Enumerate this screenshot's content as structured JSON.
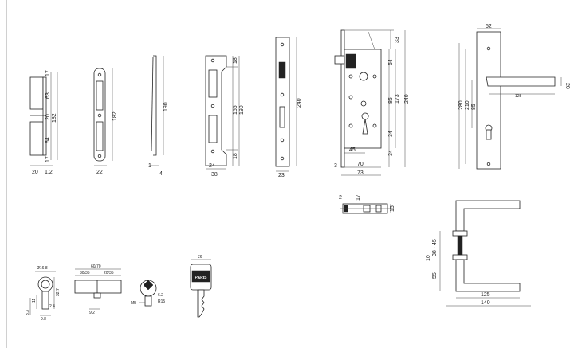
{
  "strike_plate_a": {
    "d17a": "17",
    "d63": "63",
    "d20": "20",
    "d182": "182",
    "d64": "64",
    "d17b": "17",
    "w20": "20",
    "w12": "1.2"
  },
  "faceplate_b": {
    "d182": "182",
    "w22": "22"
  },
  "faceplate_c": {
    "d190": "190",
    "t1": "1",
    "t4": "4"
  },
  "strike_d": {
    "d18a": "18",
    "d155": "155",
    "d190": "190",
    "d18b": "18",
    "w24": "24",
    "w38": "38"
  },
  "lock_front": {
    "d240": "240",
    "w23": "23"
  },
  "lock_body": {
    "d33": "33",
    "d54": "54",
    "d85": "85",
    "d173": "173",
    "d240": "240",
    "d34a": "34",
    "d34b": "34",
    "d45": "45",
    "d3": "3",
    "d70": "70",
    "d73": "73"
  },
  "handle_plate": {
    "w52": "52",
    "d20": "20",
    "d280": "280",
    "d210": "210",
    "d85": "85",
    "w125": "125"
  },
  "lock_side": {
    "d2": "2",
    "d17": "17",
    "d15": "15"
  },
  "handle_side": {
    "d3845": "38 - 45",
    "d10": "10",
    "d55": "55",
    "w125": "125",
    "w140": "140"
  },
  "cylinder": {
    "d16": "Ø16.8",
    "d327": "32.7",
    "d33": "3.3",
    "d11": "11",
    "d24": "2.4",
    "d98": "9.8",
    "len": "60/70",
    "l1": "30/35",
    "l2": "20/35",
    "cam": "9.2"
  },
  "cam_detail": {
    "m5": "M5",
    "r62": "6.2",
    "r15": "R15"
  },
  "key": {
    "w26": "26",
    "brand": "PARIS"
  }
}
